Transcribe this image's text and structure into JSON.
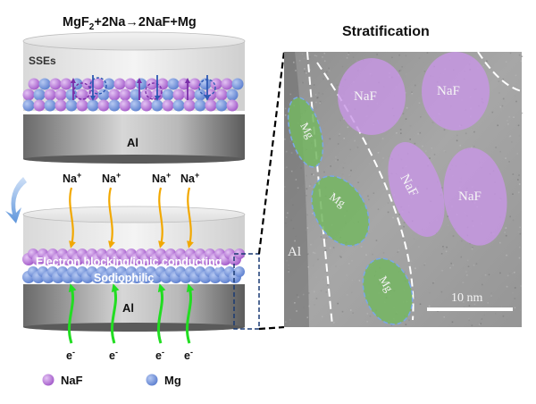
{
  "reaction": {
    "prefix": "MgF",
    "sub": "2",
    "rest": "+2Na→2NaF+Mg"
  },
  "top_cell": {
    "sse_label": "SSEs",
    "al_label": "Al"
  },
  "bottom_cell": {
    "ion_label": "Na",
    "ion_charge": "+",
    "electron_label": "e",
    "electron_charge": "-",
    "layer_text_1": "Electron blocking/ionic conducting",
    "layer_text_2": "Sodiophilic",
    "al_label": "Al"
  },
  "legend": [
    {
      "label": "NaF",
      "color": "#a259c9"
    },
    {
      "label": "Mg",
      "color": "#5c7fcf"
    }
  ],
  "tem": {
    "title": "Stratification",
    "al_label": "Al",
    "scale_bar": "10 nm",
    "mg_label": "Mg",
    "naf_label": "NaF"
  },
  "colors": {
    "naf": "#c896e6",
    "mg": "#74b662",
    "ion_arrow": "#f2a800",
    "electron_arrow": "#22dd22",
    "connector": "#000000"
  }
}
